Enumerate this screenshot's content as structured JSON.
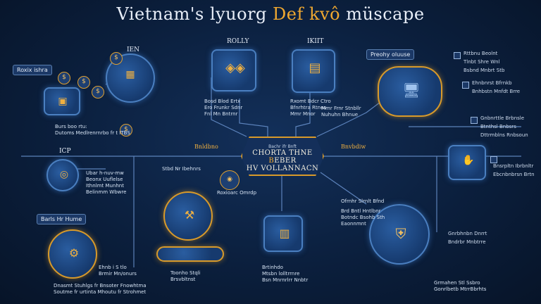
{
  "title": {
    "main": "Vietnam's lyuorg ",
    "accent": "Def kvô",
    "tail": " müscape"
  },
  "center": {
    "line1": "Bachr ifr Bnft",
    "line2a": "CHORTA THNE ",
    "line2b": "B",
    "line2c": "EBER",
    "line3": "HV VOLLANNACN"
  },
  "side_tags": {
    "left": "Bnldbno",
    "right": "Bnvbdiw"
  },
  "headers": {
    "h1": "ROLLY",
    "h2": "IKIIT",
    "h3": "IEN",
    "h4": "ICP"
  },
  "boxes": {
    "left_top": "Roxix ishra",
    "left_bottom": "Barls Hr Hume",
    "right_top": "Preohy oluuse"
  },
  "captions": {
    "c_tl": [
      "Burs boo rtu:",
      "Dutoms Medlrenrnrbo fr t ITBS"
    ],
    "c_left": [
      "Ubar h-nuv-mw",
      "Beonx Uuflelse",
      "Ithnlmt Munhnt",
      "Belinmm Wbwre"
    ],
    "c_bl": [
      "Ehnb i S tlo",
      "Brmir Mn/onurs",
      "Dnasmt Stuhlgs fr Bnsoter Fnowhtma",
      "Soutme fr urtinta Mhoutu fr Strohmet"
    ],
    "c_roll": [
      "Bosd Blod Ertx",
      "Ero Frunkr Sdnr",
      "Fnl Mn Bntrnr"
    ],
    "c_ikiit": [
      "Rxomt Bdcr Ctro",
      "Bfnrhtra Rtnes",
      "Mmr Mnor"
    ],
    "c_ien": [
      "Mmr Frnr Stnbllr",
      "Nuhuhn Bhnue"
    ],
    "c_bc_title": "Toonho Stqli",
    "c_bc_sub": "Brsvbltnst",
    "c_center_small": "Stbd Nr Ibehnrs",
    "c_mid_box": "Roxioarc Omrdp",
    "c_bot_center": [
      "Brtinhdo",
      "Mtsbn lolltrrnre",
      "Bsn Mnrnrlrr Nnbtr"
    ],
    "c_right_mid": [
      "Brd Bntl Hntlbnr",
      "Botndc Bsohb Sth",
      "Eaonnmnt"
    ],
    "c_right_shield_lbl": "Ofrnhr Slrnlt Bfnd",
    "c_right_bottom": [
      "Grmahen Stl Ssbro",
      "Gonrlbetb MtrrBbrhts"
    ]
  },
  "right_list": [
    "Rttbnu Beolnt",
    "Tlnbt Shre Wnl",
    "Bsbnd Mnbrt Stb",
    "Ehnbnrst Bfrnkb",
    "Bnhbstn Mnfdt Brre",
    "Gnbnrttle Brbnsle",
    "Btnthsl Bnbsrs",
    "Dttrmblns Rnbsoun",
    "Bnsrpltn Ibrbnltr",
    "Ebcnbnbrsn Brtn",
    "Gnrbhnbn Dnrrt",
    "Bndrbr Mnbtrre"
  ],
  "colors": {
    "accent": "#f0a830",
    "line": "#5a86c4",
    "bg": "#0b1f3d"
  }
}
